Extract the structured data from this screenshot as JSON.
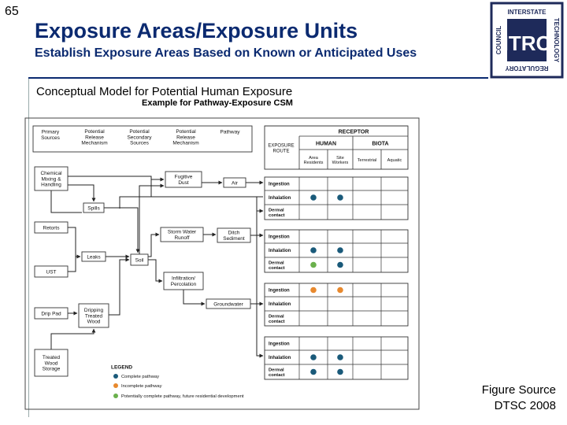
{
  "slide_number": "65",
  "title": "Exposure Areas/Exposure Units",
  "subtitle": "Establish Exposure Areas Based on Known or Anticipated Uses",
  "conceptual_title": "Conceptual Model for Potential Human Exposure",
  "figure_title": "Example for Pathway-Exposure CSM",
  "logo": {
    "center": "ITRC",
    "words": [
      "INTERSTATE",
      "TECHNOLOGY",
      "REGULATORY",
      "COUNCIL"
    ]
  },
  "headers": {
    "primary": [
      "Primary",
      "Sources"
    ],
    "release": [
      "Potential",
      "Release",
      "Mechanism"
    ],
    "secondary": [
      "Potential",
      "Secondary",
      "Sources"
    ],
    "rerelease": [
      "Potential",
      "Release",
      "Mechanism"
    ],
    "pathway": [
      "Pathway"
    ],
    "receptor": "RECEPTOR",
    "exposure_route": [
      "EXPOSURE",
      "ROUTE"
    ],
    "human": "HUMAN",
    "biota": "BIOTA",
    "area_residents": [
      "Area",
      "Residents"
    ],
    "site_workers": [
      "Site",
      "Workers"
    ],
    "terrestrial": "Terrestrial",
    "aquatic": "Aquatic"
  },
  "sources": {
    "chemical": [
      "Chemical",
      "Mixing &",
      "Handling"
    ],
    "retorts": "Retorts",
    "ust": "UST",
    "drip_pad": "Drip Pad",
    "treated": [
      "Treated",
      "Wood",
      "Storage"
    ]
  },
  "mechanisms": {
    "spills": "Spills",
    "leaks": "Leaks",
    "dripping": [
      "Dripping",
      "Treated",
      "Wood"
    ]
  },
  "secondary": {
    "soil": "Soil"
  },
  "rerelease": {
    "fugitive": [
      "Fugitive",
      "Dust"
    ],
    "storm": [
      "Storm Water",
      "Runoff"
    ],
    "infiltration": [
      "Infiltration/",
      "Percolation"
    ]
  },
  "pathways": {
    "air": "Air",
    "ditch": [
      "Ditch",
      "Sediment"
    ],
    "groundwater": "Groundwater"
  },
  "routes": {
    "ingestion": "Ingestion",
    "inhalation": "Inhalation",
    "dermal": [
      "Dermal",
      "contact"
    ]
  },
  "legend": {
    "title": "LEGEND",
    "complete": "Complete pathway",
    "incomplete": "Incomplete pathway",
    "potential": "Potentially complete pathway, future residential development"
  },
  "colors": {
    "complete": "#1a5a7a",
    "incomplete": "#e8892e",
    "potential": "#6ab04c",
    "title": "#0b2a70"
  },
  "marks": [
    {
      "group": 0,
      "route": "inhalation",
      "residents": "complete",
      "workers": "complete"
    },
    {
      "group": 1,
      "route": "inhalation",
      "residents": "complete",
      "workers": "complete"
    },
    {
      "group": 1,
      "route": "dermal",
      "residents": "potential",
      "workers": "complete"
    },
    {
      "group": 2,
      "route": "ingestion",
      "residents": "incomplete",
      "workers": "incomplete"
    },
    {
      "group": 3,
      "route": "inhalation",
      "residents": "complete",
      "workers": "complete"
    },
    {
      "group": 3,
      "route": "dermal",
      "residents": "complete",
      "workers": "complete"
    }
  ],
  "figure_source": [
    "Figure Source",
    "DTSC 2008"
  ]
}
